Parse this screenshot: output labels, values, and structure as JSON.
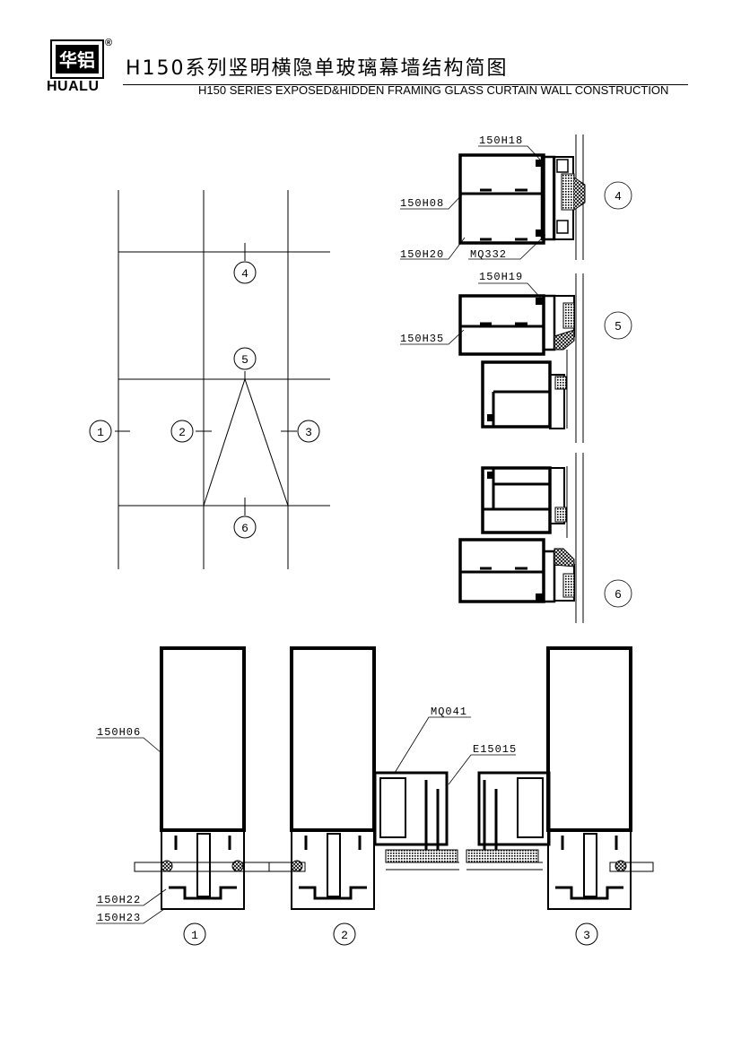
{
  "logo": {
    "mark": "华铝",
    "name": "HUALU",
    "registered": "®"
  },
  "title": {
    "cn": "H150系列竖明横隐单玻璃幕墙结构简图",
    "en": "H150 SERIES EXPOSED&HIDDEN FRAMING GLASS CURTAIN WALL CONSTRUCTION"
  },
  "elevation": {
    "markers": [
      "1",
      "2",
      "3",
      "4",
      "5",
      "6"
    ]
  },
  "sections": {
    "section4": {
      "id": "4",
      "parts": [
        "150H18",
        "150H08",
        "150H20",
        "MQ332"
      ]
    },
    "section5": {
      "id": "5",
      "parts": [
        "150H19",
        "150H35"
      ]
    },
    "section6": {
      "id": "6"
    },
    "bottom": {
      "ids": [
        "1",
        "2",
        "3"
      ],
      "parts": [
        "150H06",
        "150H22",
        "150H23",
        "MQ041",
        "E15015"
      ]
    }
  }
}
